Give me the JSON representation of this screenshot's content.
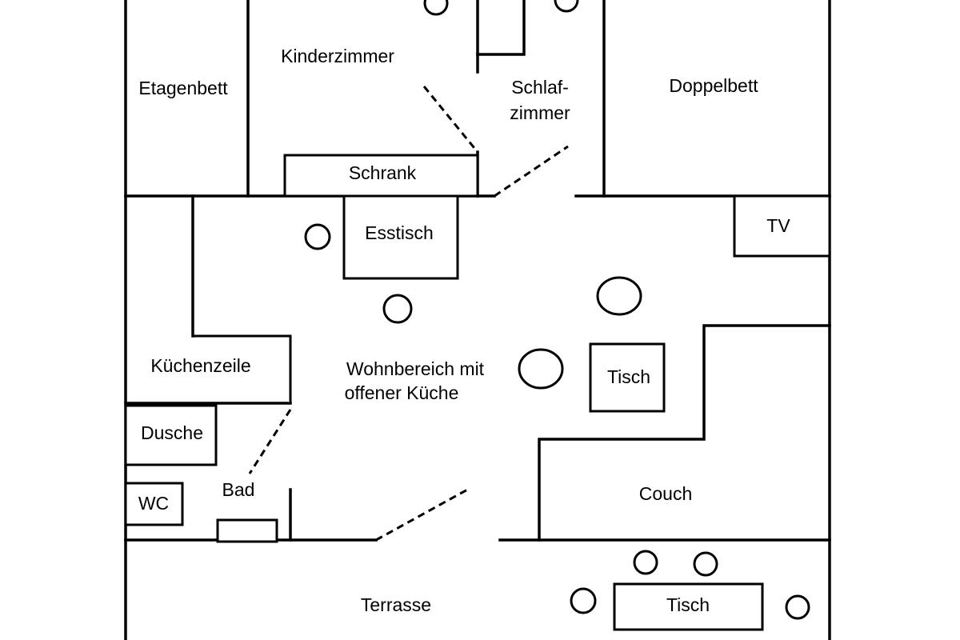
{
  "rooms": {
    "kinderzimmer": "Kinderzimmer",
    "schlafzimmer_line1": "Schlaf-",
    "schlafzimmer_line2": "zimmer",
    "wohnbereich_line1": "Wohnbereich mit",
    "wohnbereich_line2": "offener Küche",
    "bad": "Bad",
    "terrasse": "Terrasse"
  },
  "furniture": {
    "etagenbett": "Etagenbett",
    "doppelbett": "Doppelbett",
    "schrank": "Schrank",
    "esstisch": "Esstisch",
    "tv": "TV",
    "kuechenzeile": "Küchenzeile",
    "tisch_wohnbereich": "Tisch",
    "dusche": "Dusche",
    "wc": "WC",
    "couch": "Couch",
    "tisch_terrasse": "Tisch"
  }
}
